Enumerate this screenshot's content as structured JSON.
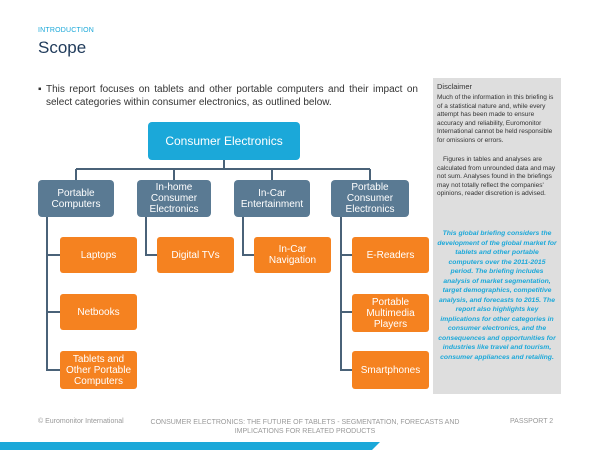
{
  "header": {
    "section_label": "INTRODUCTION",
    "title": "Scope"
  },
  "intro": {
    "bullet": "▪",
    "text": "This report focuses on tablets and other portable computers and their impact on select categories within consumer electronics, as outlined below."
  },
  "diagram": {
    "root": "Consumer Electronics",
    "categories": [
      {
        "label": "Portable Computers",
        "items": [
          "Laptops",
          "Netbooks",
          "Tablets and Other Portable Computers"
        ]
      },
      {
        "label": "In-home Consumer Electronics",
        "items": [
          "Digital TVs"
        ]
      },
      {
        "label": "In-Car Entertainment",
        "items": [
          "In-Car Navigation"
        ]
      },
      {
        "label": "Portable Consumer Electronics",
        "items": [
          "E-Readers",
          "Portable Multimedia Players",
          "Smartphones"
        ]
      }
    ],
    "colors": {
      "root": "#1ba8d9",
      "category": "#5a7a93",
      "item": "#f58220",
      "connector": "#4a6278"
    }
  },
  "disclaimer": {
    "title": "Disclaimer",
    "paragraph1": "Much of the information in this briefing is of a statistical nature and, while every attempt has been made to ensure accuracy and reliability, Euromonitor International cannot be held responsible for omissions or errors.",
    "paragraph2": "Figures in tables and analyses are calculated from unrounded data and may not sum. Analyses found in the briefings may not totally reflect the companies' opinions, reader discretion is advised.",
    "summary": "This global briefing considers the development of the global market for tablets and other portable computers over the 2011-2015 period. The briefing includes analysis of market segmentation, target demographics, competitive analysis, and forecasts to 2015. The report also highlights key implications for other categories in consumer electronics, and the consequences and opportunities for industries like travel and tourism, consumer appliances and retailing."
  },
  "footer": {
    "left": "© Euromonitor International",
    "center": "CONSUMER ELECTRONICS: THE FUTURE OF TABLETS - SEGMENTATION, FORECASTS AND IMPLICATIONS FOR RELATED PRODUCTS",
    "right": "PASSPORT   2"
  }
}
